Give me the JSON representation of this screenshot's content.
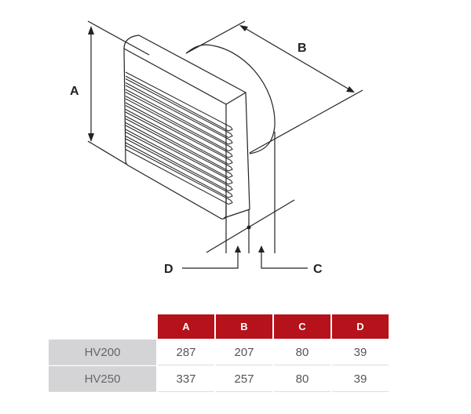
{
  "diagram": {
    "labels": {
      "a": "A",
      "b": "B",
      "c": "C",
      "d": "D"
    }
  },
  "table": {
    "headers": [
      "A",
      "B",
      "C",
      "D"
    ],
    "rows": [
      {
        "model": "HV200",
        "values": [
          "287",
          "207",
          "80",
          "39"
        ]
      },
      {
        "model": "HV250",
        "values": [
          "337",
          "257",
          "80",
          "39"
        ]
      }
    ],
    "header_color": "#b5121b",
    "model_bg_color": "#d4d4d6"
  }
}
